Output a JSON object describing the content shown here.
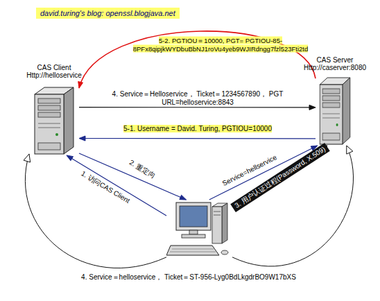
{
  "diagram": {
    "nodes": [
      {
        "text": [
          "CAS Client Http://helloservice"
        ]
      },
      {
        "text": [
          "CAS Server Http://caserver:8080"
        ]
      },
      {
        "text": []
      }
    ],
    "edges": [
      {
        "from": 2,
        "to": 0,
        "arrow": "to",
        "label": "1. 访问CAS Client"
      },
      {
        "from": 0,
        "to": 2,
        "arrow": "to",
        "label": "2. 重定向"
      },
      {
        "from": 2,
        "to": 1,
        "arrow": "to",
        "label": "Service=hellservice"
      },
      {
        "from": 2,
        "to": 1,
        "arrow": "both",
        "label": "3. 用户认证过程(Password, X.509)"
      },
      {
        "from": 0,
        "to": 1,
        "arrow": "to",
        "label": "4. Service＝Helloservice， Ticket＝1234567890， PGT URL=helloservice:8843"
      },
      {
        "from": 1,
        "to": 0,
        "arrow": "to",
        "label": "5-1. Username = David. Turing, PGTIOU=10000"
      },
      {
        "from": 1,
        "to": 0,
        "arrow": "to",
        "label": "5-2.  PGTIOU＝10000, PGT= PGTIOU-85-8PFx8qipjkWYDbuBbNJ1roVu4yeb9WJIRdngg7fzl523Fti2td"
      },
      {
        "from": 2,
        "to": 0,
        "arrow": "to",
        "label": "4. Service＝helloservice， Ticket＝ST-956-Lyg0BdLkgdrBO9W17bXS"
      },
      {
        "from": 2,
        "to": 1,
        "arrow": "to"
      }
    ],
    "labels": [
      "david.turing's blog: openssl.blogjava.net"
    ]
  }
}
